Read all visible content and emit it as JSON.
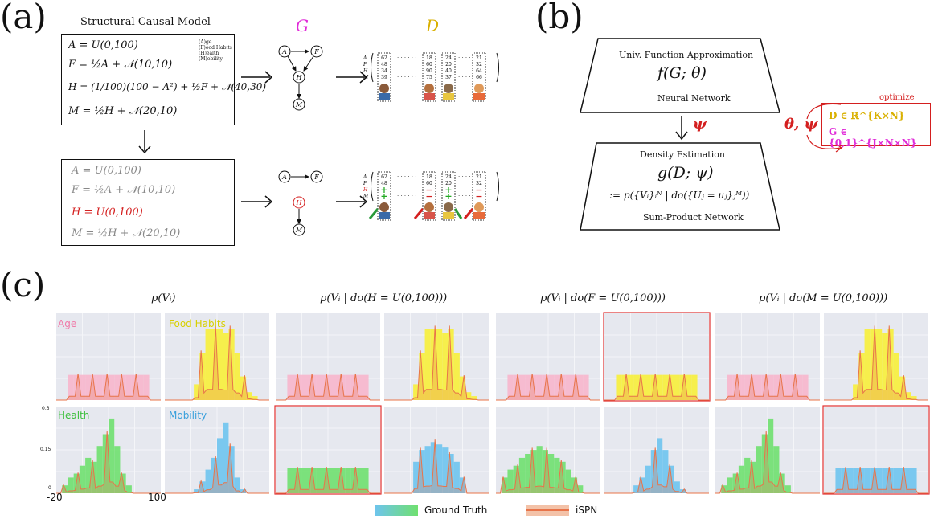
{
  "panel_labels": {
    "a": "(a)",
    "b": "(b)",
    "c": "(c)"
  },
  "scm": {
    "title": "Structural Causal Model",
    "eqs": [
      "A = U(0,100)",
      "F = ½A + 𝒩(10,10)",
      "H = (1/100)(100 − A²) + ½F + 𝒩(40,30)",
      "M = ½H + 𝒩(20,10)"
    ],
    "legend": [
      "(A)ge",
      "(F)ood Habits",
      "(H)ealth",
      "(M)obility"
    ],
    "intervened_eqs": [
      "A = U(0,100)",
      "F = ½A + 𝒩(10,10)",
      "H = U(0,100)",
      "M = ½H + 𝒩(20,10)"
    ]
  },
  "graph_label": "G",
  "data_label": "D",
  "graph_nodes": [
    "A",
    "F",
    "H",
    "M"
  ],
  "matrix": {
    "rows": [
      "A",
      "F",
      "H",
      "M"
    ],
    "col1": [
      "62",
      "48",
      "34",
      "39"
    ],
    "col2": [
      "18",
      "60",
      "90",
      "75"
    ],
    "col3": [
      "24",
      "20",
      "40",
      "37"
    ],
    "col4": [
      "21",
      "32",
      "64",
      "66"
    ],
    "int_col1": [
      "62",
      "48"
    ],
    "int_col2": [
      "18",
      "60"
    ],
    "int_col3": [
      "24",
      "20"
    ],
    "int_col4": [
      "21",
      "32"
    ]
  },
  "panel_b": {
    "top_title": "Univ. Function Approximation",
    "top_func": "f(G; θ)",
    "top_sub": "Neural Network",
    "psi": "ψ",
    "bottom_title": "Density Estimation",
    "bottom_func": "g(D; ψ)",
    "bottom_eq": ":= p({Vᵢ}ᵢᴺ | do({Uⱼ = uⱼ}ⱼᴹ))",
    "bottom_sub": "Sum-Product Network",
    "params": "θ, ψ",
    "optimize": "optimize",
    "opt_D": "D ∈ ℝ^{K×N}",
    "opt_G": "G ∈ {0,1}^{J×N×N}"
  },
  "panel_c": {
    "titles": [
      "p(Vᵢ)",
      "p(Vᵢ | do(H = U(0,100)))",
      "p(Vᵢ | do(F = U(0,100)))",
      "p(Vᵢ | do(M = U(0,100)))"
    ],
    "var_labels": [
      "Age",
      "Food Habits",
      "Health",
      "Mobility"
    ],
    "y_ticks": [
      "0.3",
      "0.15",
      "0"
    ],
    "x_ticks": [
      "-20",
      "100"
    ],
    "legend_gt": "Ground Truth",
    "legend_ispn": "iSPN"
  },
  "colors": {
    "age": "#f7b6cc",
    "food": "#f7f03a",
    "health": "#6fe06f",
    "mobility": "#6ec4ee",
    "ispn": "#e8744a",
    "highlight": "#e03030",
    "plotbg": "#e6e8ef"
  }
}
